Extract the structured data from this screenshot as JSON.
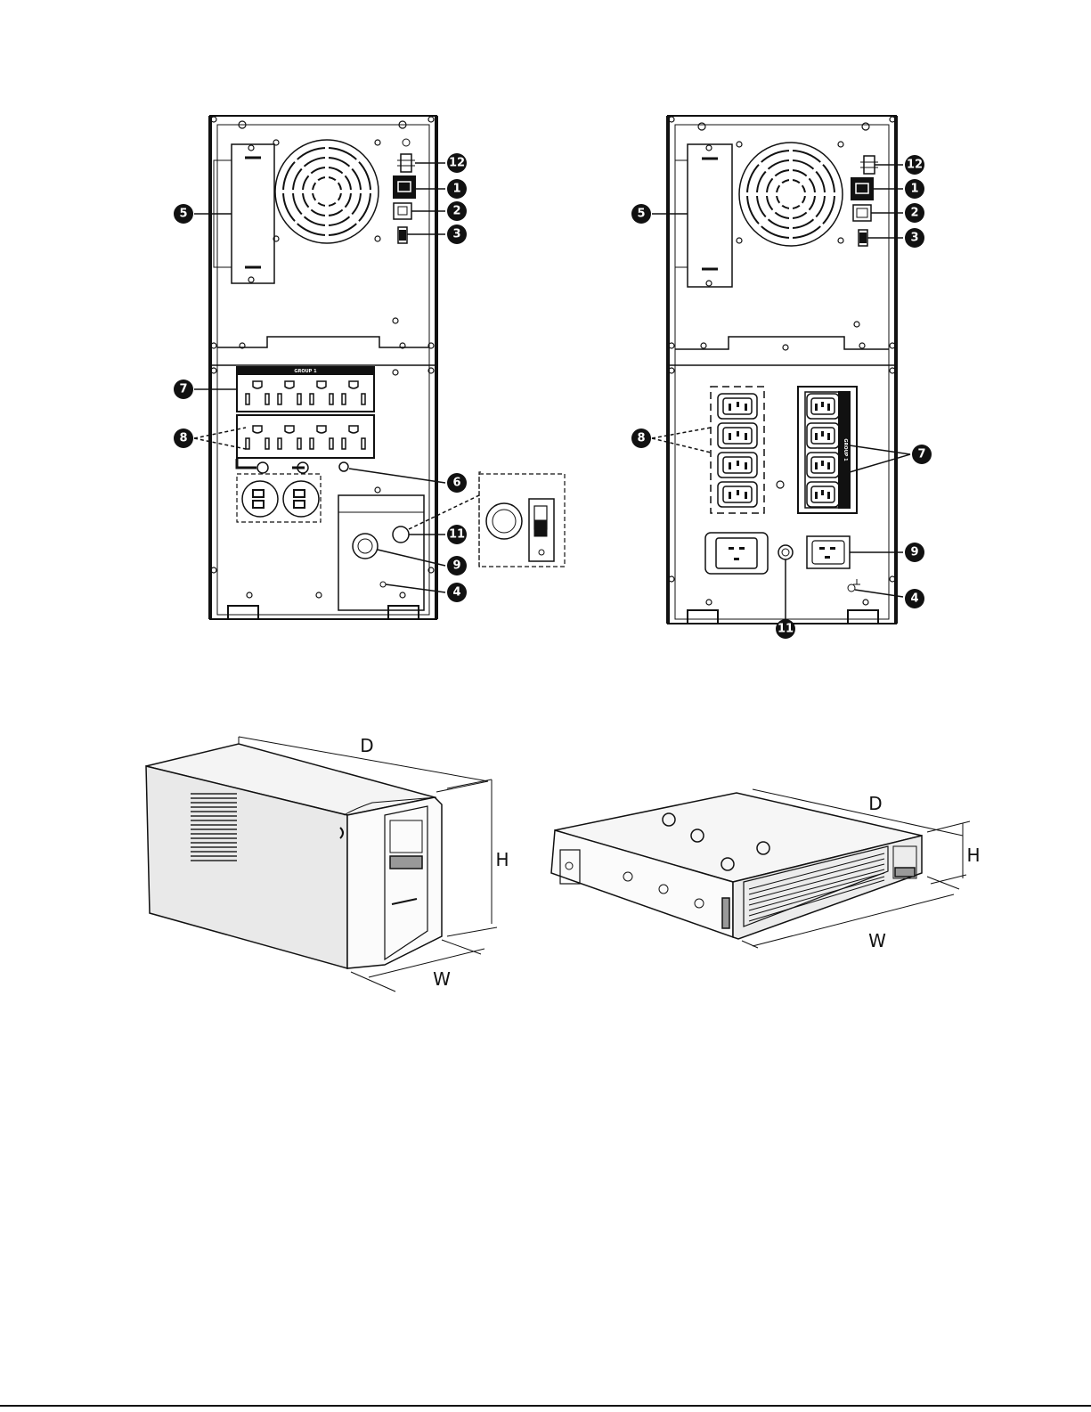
{
  "figures": {
    "tower_rear_120v": {
      "callouts": [
        "5",
        "12",
        "1",
        "2",
        "3",
        "7",
        "8",
        "6",
        "11",
        "9",
        "4"
      ],
      "outlet_label": "GROUP 1"
    },
    "tower_rear_230v": {
      "callouts": [
        "5",
        "12",
        "1",
        "2",
        "3",
        "8",
        "7",
        "9",
        "4",
        "11"
      ],
      "outlet_label": "GROUP 1"
    },
    "tower_dimensions": {
      "d": "D",
      "h": "H",
      "w": "W"
    },
    "rack_dimensions": {
      "d": "D",
      "h": "H",
      "w": "W"
    }
  },
  "colors": {
    "line": "#111111",
    "panel": "#ffffff",
    "shade": "#e9e9e9"
  }
}
